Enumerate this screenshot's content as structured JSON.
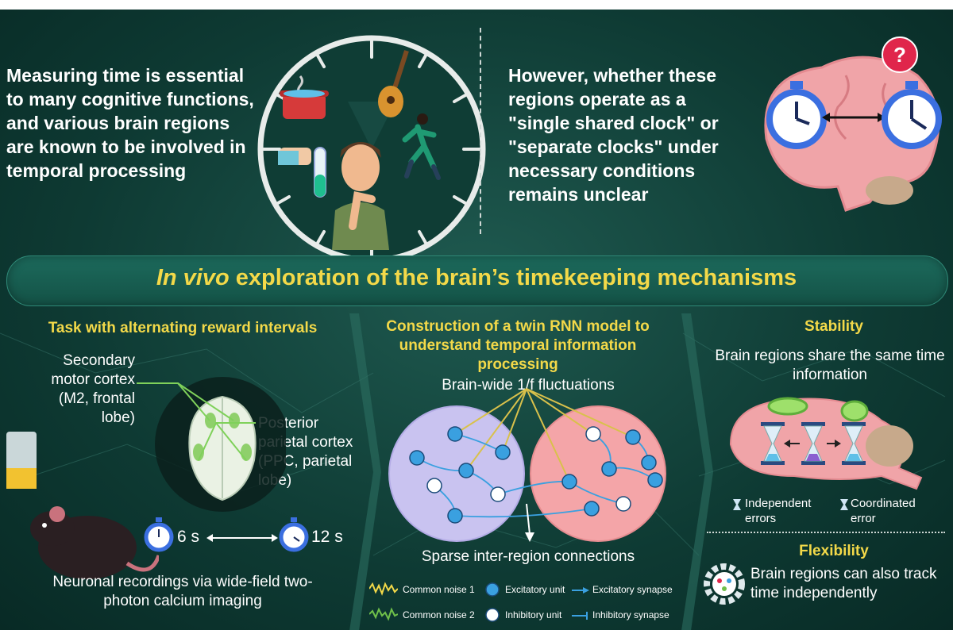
{
  "top": {
    "left_text": "Measuring time is essential to many cognitive functions, and various brain regions are known to be involved in temporal processing",
    "right_text": "However, whether these regions operate as a \"single shared clock\" or \"separate clocks\" under necessary conditions remains unclear",
    "question_mark": "?"
  },
  "banner": {
    "title_italic": "In vivo",
    "title_rest": " exploration of the brain’s timekeeping mechanisms"
  },
  "left_panel": {
    "title": "Task with alternating reward intervals",
    "m2_label": "Secondary motor cortex (M2, frontal lobe)",
    "ppc_label": "Posterior parietal cortex (PPC, parietal lobe)",
    "interval_a": "6 s",
    "interval_b": "12 s",
    "caption": "Neuronal recordings via wide-field two-photon calcium imaging"
  },
  "middle_panel": {
    "title": "Construction of a twin RNN model to understand temporal information processing",
    "fluctuation_label": "Brain-wide 1/f fluctuations",
    "connection_label": "Sparse inter-region connections",
    "legend": {
      "noise1": "Common noise 1",
      "noise2": "Common noise 2",
      "excitatory_unit": "Excitatory unit",
      "inhibitory_unit": "Inhibitory unit",
      "excitatory_synapse": "Excitatory synapse",
      "inhibitory_synapse": "Inhibitory synapse"
    }
  },
  "right_panel": {
    "stability_title": "Stability",
    "stability_text": "Brain regions share the same time information",
    "independent_errors": "Independent errors",
    "coordinated_error": "Coordinated error",
    "flexibility_title": "Flexibility",
    "flexibility_text": "Brain regions can also track time independently"
  },
  "colors": {
    "background": "#0e3a33",
    "accent_yellow": "#f3d949",
    "excitatory": "#3aa0e0",
    "inhibitory": "#ffffff",
    "region_a": "#c9c3f0",
    "region_b": "#f4a5a8"
  },
  "icons": [
    "stopwatch-icon",
    "clock-face-icon",
    "brain-icon",
    "mouse-icon",
    "hourglass-icon",
    "gear-icon",
    "question-mark-icon",
    "pot-icon",
    "guitar-icon",
    "runner-icon",
    "test-tube-icon"
  ]
}
